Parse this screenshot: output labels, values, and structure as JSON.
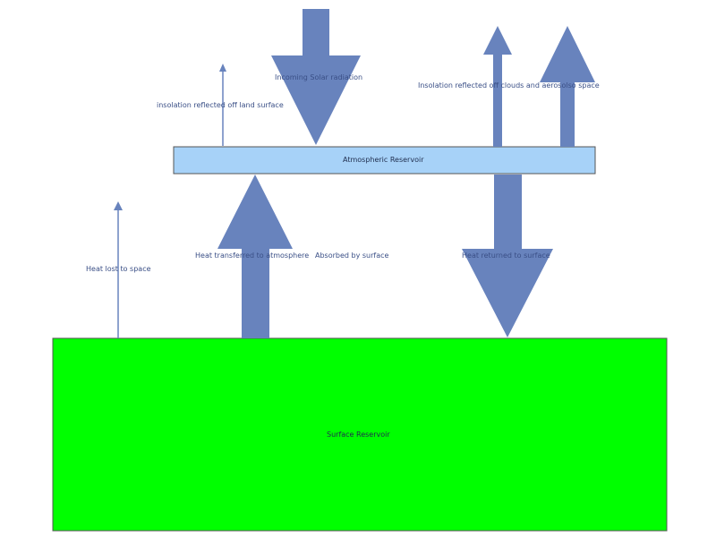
{
  "colors": {
    "arrow": "#6883bd",
    "atmosphere_fill": "#a7d2f8",
    "surface_fill": "#00ff00",
    "label_text": "#3a4f86",
    "box_border": "#555555"
  },
  "reservoirs": {
    "atmosphere": "Atmospheric Reservoir",
    "surface": "Surface Reservoir"
  },
  "flows": {
    "incoming_solar": "Incoming Solar radiation",
    "reflected_land": "insolation reflected off land surface",
    "reflected_clouds": "Insolation reflected off clouds and aerosolso space",
    "heat_transferred": "Heat transferred to atmosphere",
    "absorbed_by_surface": "Absorbed by surface",
    "heat_returned": "Heat returned to surface",
    "heat_lost": "Heat lost to space"
  }
}
